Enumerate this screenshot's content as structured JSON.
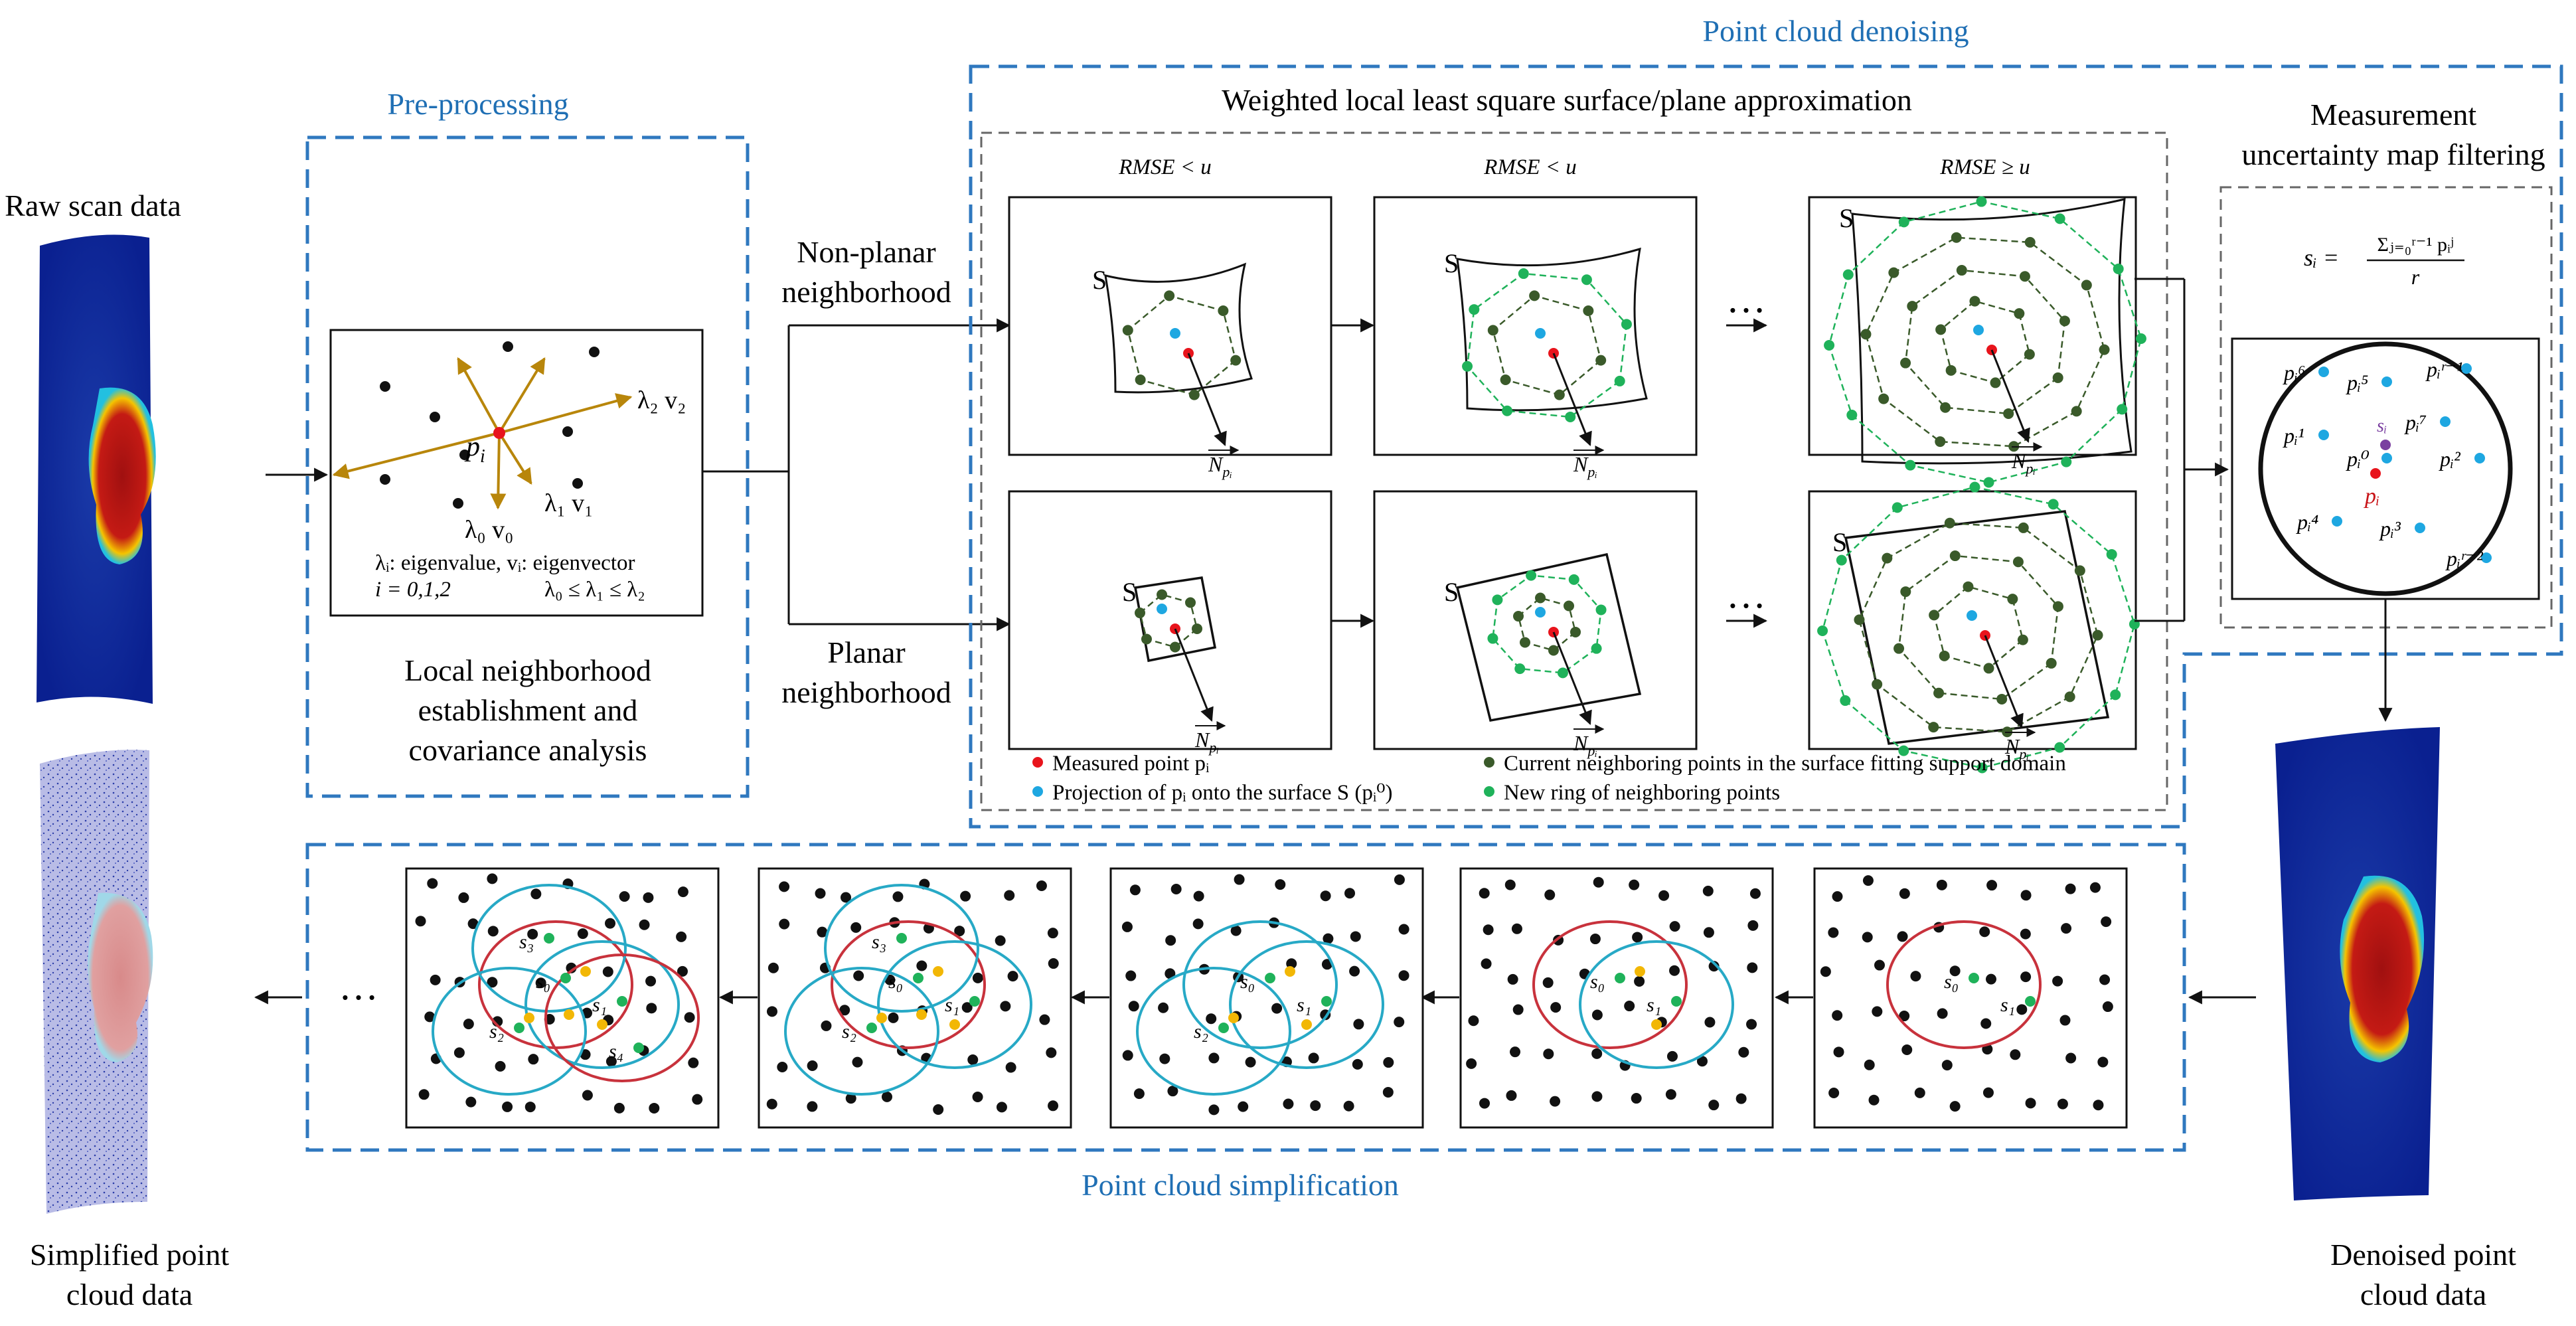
{
  "colors": {
    "section_border": "#2f78bf",
    "section_title": "#1f6fb4",
    "eig_arrow": "#b8860b",
    "measured_point": "#e8141c",
    "projection_point": "#1ea7e1",
    "neighbor_point": "#3a5a2a",
    "new_ring_point": "#1fb25a",
    "circle_red": "#c8323c",
    "circle_cyan": "#27a9c6",
    "simplified_yellow": "#f2b705",
    "centroid": "#7a3fa0"
  },
  "labels": {
    "raw_scan": "Raw scan data",
    "simplified_l1": "Simplified point",
    "simplified_l2": "cloud data",
    "denoised_l1": "Denoised point",
    "denoised_l2": "cloud data"
  },
  "preprocessing": {
    "title": "Pre-processing",
    "pi": "p",
    "pi_sub": "i",
    "l2": "λ₂ v₂",
    "l1": "λ₁ v₁",
    "l0": "λ₀ v₀",
    "eq1": "λᵢ: eigenvalue, vᵢ: eigenvector",
    "eq2": "i = 0,1,2",
    "eq3": "λ₀ ≤ λ₁ ≤ λ₂",
    "caption_l1": "Local neighborhood",
    "caption_l2": "establishment and",
    "caption_l3": "covariance analysis"
  },
  "branches": {
    "nonplanar_l1": "Non-planar",
    "nonplanar_l2": "neighborhood",
    "planar_l1": "Planar",
    "planar_l2": "neighborhood"
  },
  "denoising": {
    "title": "Point cloud denoising",
    "subtitle": "Weighted local least square surface/plane approximation",
    "rmse_lt_1": "RMSE < u",
    "rmse_lt_2": "RMSE < u",
    "rmse_ge": "RMSE ≥ u",
    "surface": "S",
    "normal": "N",
    "normal_sub": "pᵢ",
    "ellipsis": "…",
    "legend": {
      "measured": "Measured point pᵢ",
      "projection": "Projection of pᵢ onto the surface S (pᵢ⁰)",
      "current": "Current neighboring points in the surface fitting support domain",
      "new_ring": "New ring of neighboring points"
    }
  },
  "filtering": {
    "title_l1": "Measurement",
    "title_l2": "uncertainty map filtering",
    "formula_lhs": "sᵢ =",
    "formula_num": "Σⱼ₌₀ʳ⁻¹ pᵢʲ",
    "formula_den": "r",
    "points": [
      "pᵢ⁶",
      "pᵢ⁵",
      "pᵢʳ⁻¹",
      "pᵢ¹",
      "pᵢ⁰",
      "pᵢ⁷",
      "pᵢ²",
      "pᵢ⁴",
      "pᵢ³",
      "pᵢʳ⁻²"
    ],
    "si": "sᵢ",
    "pi": "pᵢ"
  },
  "simplification": {
    "title": "Point cloud simplification",
    "s0": "s₀",
    "s1": "s₁",
    "s2": "s₂",
    "s3": "s₃",
    "s4": "s₄",
    "ellipsis": "…"
  }
}
